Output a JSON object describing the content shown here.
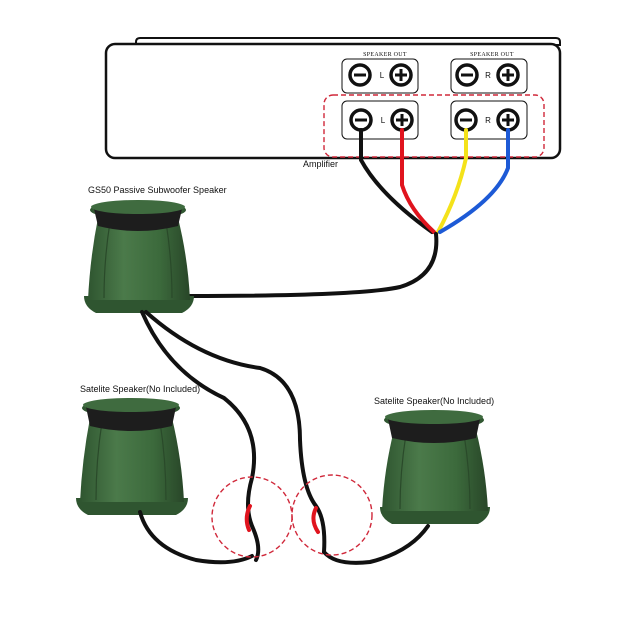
{
  "amplifier": {
    "label": "Amplifier",
    "left_panel_header": "SPEAKER OUT",
    "right_panel_header": "SPEAKER OUT",
    "left_channel": "L",
    "right_channel": "R"
  },
  "subwoofer": {
    "label": "GS50 Passive Subwoofer Speaker"
  },
  "satellite_left": {
    "label": "Satelite Speaker(No Included)"
  },
  "satellite_right": {
    "label": "Satelite Speaker(No Included)"
  },
  "icons": {
    "negative": "minus-icon",
    "positive": "plus-icon"
  },
  "colors": {
    "speaker_green": "#3f6b3f",
    "speaker_dark": "#2b4a2b",
    "wire_black": "#111111",
    "wire_red": "#e0141e",
    "wire_yellow": "#f4e21a",
    "wire_blue": "#1d5ad6",
    "highlight_dashed": "#d0283a"
  }
}
